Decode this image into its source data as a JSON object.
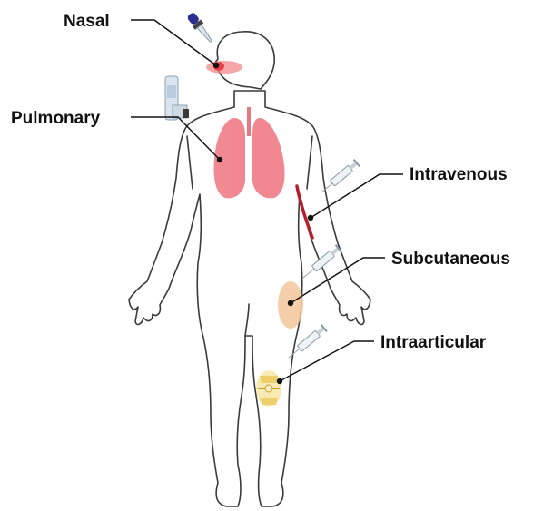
{
  "labels": {
    "nasal": "Nasal",
    "pulmonary": "Pulmonary",
    "intravenous": "Intravenous",
    "subcutaneous": "Subcutaneous",
    "intraarticular": "Intraarticular"
  },
  "colors": {
    "outline": "#3a3a3a",
    "lungs": "#f07c86",
    "nose": "#e8404a",
    "vein": "#b81e2a",
    "subcutaneous_patch": "#f3c79a",
    "knee_joint": "#f0dc86",
    "leader_line": "#111111"
  },
  "icons": [
    "dropper-icon",
    "inhaler-icon",
    "syringe-icon"
  ]
}
